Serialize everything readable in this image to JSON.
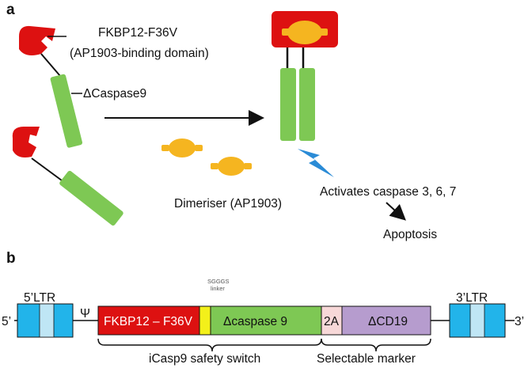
{
  "panel_a": {
    "label": "a",
    "fkbp_label": "FKBP12-F36V",
    "fkbp_sublabel": "(AP1903-binding domain)",
    "caspase_label": "ΔCaspase9",
    "dimeriser_label": "Dimeriser (AP1903)",
    "activates_label": "Activates caspase  3, 6, 7",
    "apoptosis_label": "Apoptosis"
  },
  "panel_b": {
    "label": "b",
    "five_prime": "5’",
    "three_prime": "3’",
    "ltr5_label": "5’LTR",
    "ltr3_label": "3’LTR",
    "psi_label": "Ψ",
    "linker_label_top": "SGGGS",
    "linker_label_bottom": "linker",
    "fkbp_segment": "FKBP12 – F36V",
    "caspase_segment": "Δcaspase 9",
    "twoA_segment": "2A",
    "cd19_segment": "ΔCD19",
    "icasp9_label": "iCasp9 safety switch",
    "selectable_label": "Selectable marker"
  },
  "colors": {
    "fkbp_red": "#dd1111",
    "caspase_green": "#7ec854",
    "dimeriser_orange": "#f5b520",
    "ltr_cyan": "#22b4ea",
    "ltr_light": "#bfe6f5",
    "linker_yellow": "#f3f01a",
    "twoA_pink": "#f7d8d8",
    "cd19_purple": "#b69cce",
    "bolt_blue": "#2a8bd6"
  }
}
